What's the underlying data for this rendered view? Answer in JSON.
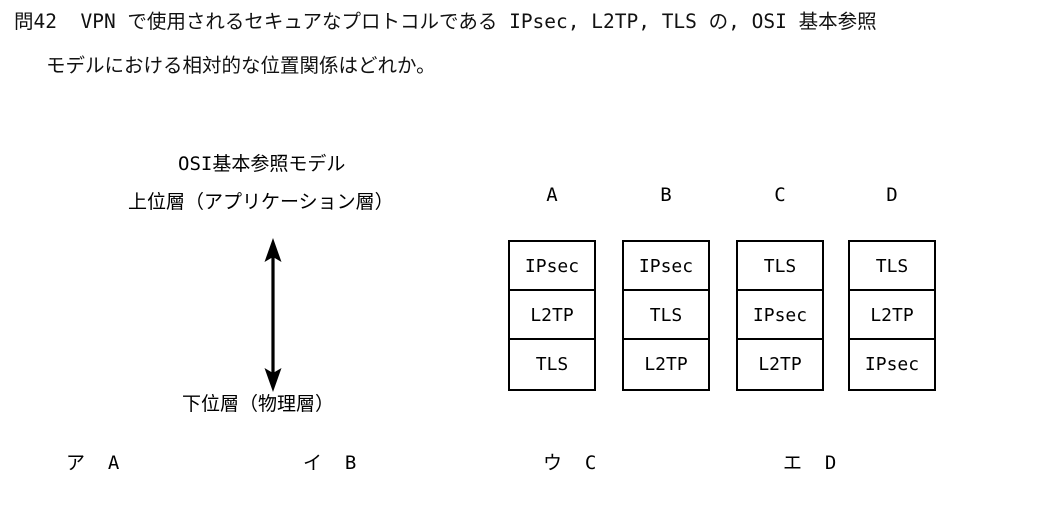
{
  "question": {
    "number": "問42",
    "line1": "問42  VPN で使用されるセキュアなプロトコルである IPsec, L2TP, TLS の, OSI 基本参照",
    "line2": "モデルにおける相対的な位置関係はどれか。"
  },
  "figure": {
    "osi_title": "OSI基本参照モデル",
    "upper_label": "上位層（アプリケーション層）",
    "lower_label": "下位層（物理層）",
    "arrow_name": "double-headed-vertical-arrow"
  },
  "columns": [
    {
      "header": "A",
      "cells": [
        "IPsec",
        "L2TP",
        "TLS"
      ]
    },
    {
      "header": "B",
      "cells": [
        "IPsec",
        "TLS",
        "L2TP"
      ]
    },
    {
      "header": "C",
      "cells": [
        "TLS",
        "IPsec",
        "L2TP"
      ]
    },
    {
      "header": "D",
      "cells": [
        "TLS",
        "L2TP",
        "IPsec"
      ]
    }
  ],
  "answers": [
    {
      "marker": "ア",
      "value": "A",
      "text": "ア  A"
    },
    {
      "marker": "イ",
      "value": "B",
      "text": "イ  B"
    },
    {
      "marker": "ウ",
      "value": "C",
      "text": "ウ  C"
    },
    {
      "marker": "エ",
      "value": "D",
      "text": "エ  D"
    }
  ],
  "colors": {
    "ink": "#000000",
    "paper": "#ffffff"
  }
}
